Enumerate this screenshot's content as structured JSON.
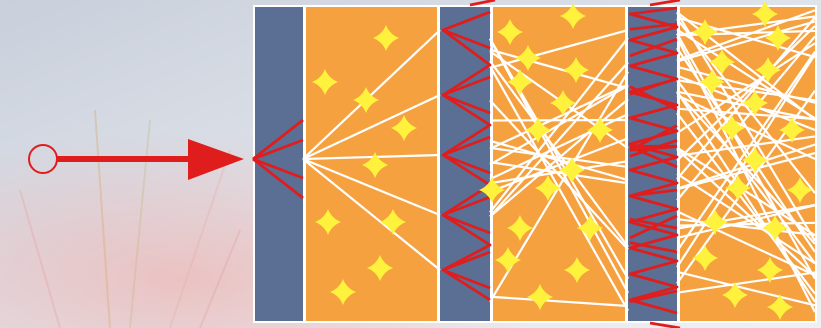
{
  "colors": {
    "orange_layer": "#f6a13f",
    "plate": "#5b6e93",
    "white_line": "#ffffff",
    "red": "#e01d1d",
    "yellow": "#fff23c"
  },
  "diagram": {
    "incoming_particle": "circle-with-arrow",
    "layers": [
      {
        "role": "absorber",
        "shower_generation": 0
      },
      {
        "role": "active",
        "shower_generation": 1
      },
      {
        "role": "absorber",
        "shower_generation": 1
      },
      {
        "role": "active",
        "shower_generation": 2
      },
      {
        "role": "absorber",
        "shower_generation": 2
      },
      {
        "role": "active",
        "shower_generation": 3
      }
    ]
  }
}
